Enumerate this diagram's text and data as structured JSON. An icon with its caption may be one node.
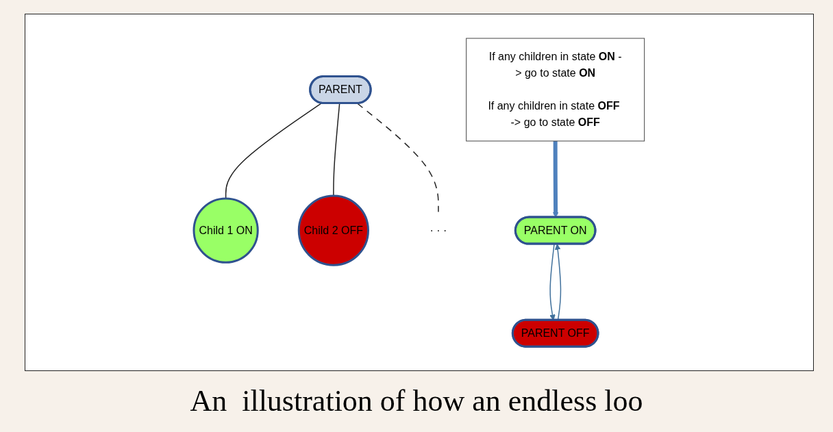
{
  "diagram": {
    "caption": "An  illustration of how an endless loo",
    "nodes": [
      {
        "text": [
          "PARENT"
        ]
      },
      {
        "text": [
          "Child 1 ON"
        ]
      },
      {
        "text": [
          "Child 2 OFF"
        ]
      },
      {
        "text": [
          "· · ·"
        ]
      },
      {
        "text": [
          "If any children in state **ON** -> go to state **ON**",
          "If any children in state **OFF** -> go to state **OFF**"
        ]
      },
      {
        "text": [
          "PARENT ON"
        ]
      },
      {
        "text": [
          "PARENT OFF"
        ]
      }
    ],
    "edges": [
      {
        "from": 0,
        "to": 1,
        "arrow": "none"
      },
      {
        "from": 0,
        "to": 2,
        "arrow": "none"
      },
      {
        "from": 0,
        "to": 3,
        "arrow": "none",
        "style": "dashed"
      },
      {
        "from": 4,
        "to": 5,
        "arrow": "to",
        "style": "thick",
        "color": "#4f81bd"
      },
      {
        "from": 5,
        "to": 6,
        "arrow": "to",
        "color": "#41719c"
      },
      {
        "from": 6,
        "to": 5,
        "arrow": "to",
        "color": "#41719c"
      }
    ]
  }
}
